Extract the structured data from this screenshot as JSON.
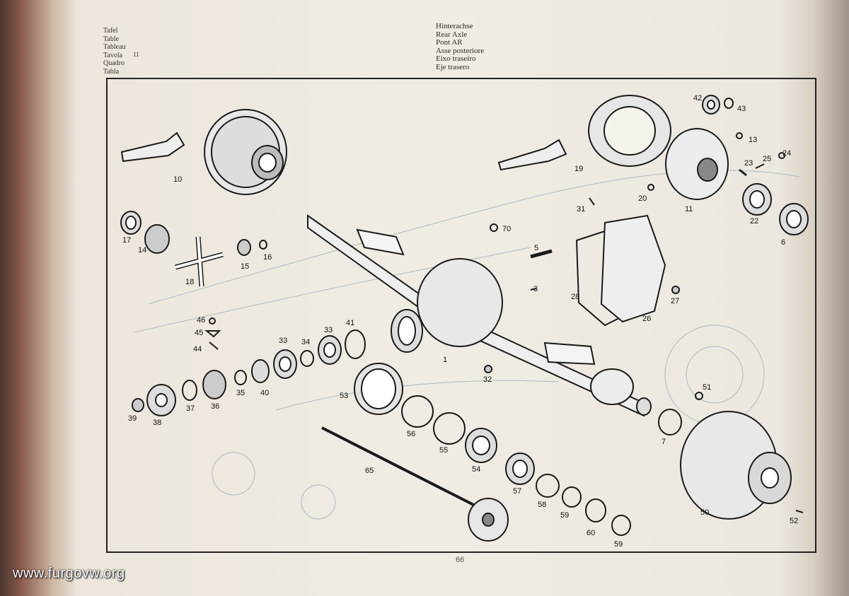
{
  "heading_left": {
    "lines": [
      "Tafel",
      "Table",
      "Tableau",
      "Tavola",
      "Quadro",
      "Tabla"
    ],
    "number": "11"
  },
  "heading_center": {
    "lines": [
      "Hinterachse",
      "Rear Axle",
      "Pont AR",
      "Asse posteriore",
      "Eixo traseiro",
      "Eje trasero"
    ]
  },
  "page_number": "66",
  "watermark": "www.furgovw.org",
  "callouts": [
    "10",
    "19",
    "42",
    "43",
    "13",
    "23",
    "25",
    "24",
    "20",
    "11",
    "22",
    "6",
    "31",
    "17",
    "14",
    "15",
    "16",
    "18",
    "70",
    "5",
    "3",
    "28",
    "27",
    "26",
    "46",
    "45",
    "44",
    "33",
    "34",
    "33",
    "41",
    "1",
    "32",
    "53",
    "39",
    "38",
    "37",
    "36",
    "35",
    "40",
    "51",
    "56",
    "55",
    "7",
    "54",
    "57",
    "58",
    "59",
    "60",
    "59",
    "65",
    "50",
    "52"
  ]
}
